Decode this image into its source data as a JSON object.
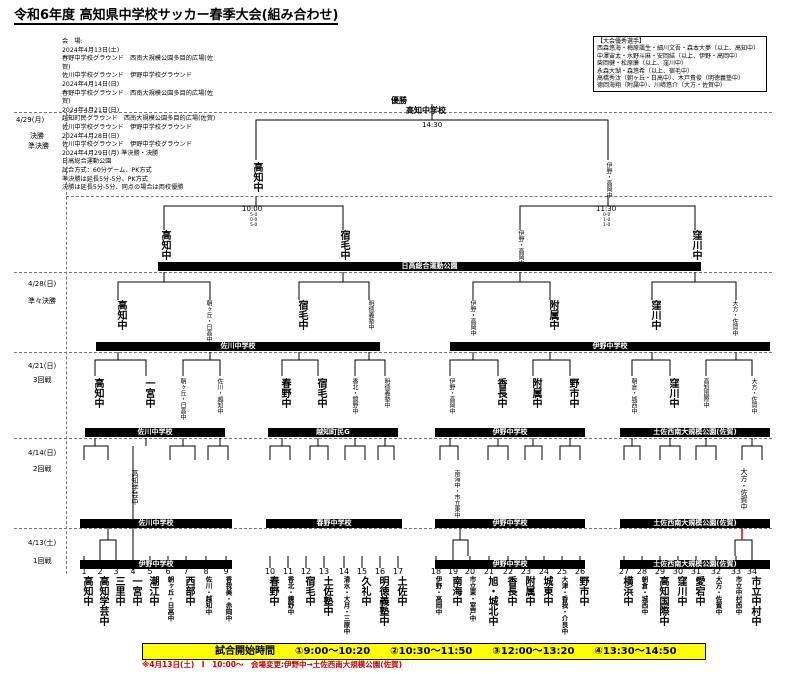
{
  "title": "令和6年度 高知県中学校サッカー春季大会(組み合わせ)",
  "venue_info": [
    "会　場:",
    "2024年4月13日(土)",
    "春野中学校グラウンド　西南大規模公園多目的広場(佐",
    "賀)",
    "佐川中学校グラウンド　伊野中学校グラウンド",
    "2024年4月14日(日)",
    "春野中学校グラウンド　西南大規模公園多目的広場(佐",
    "賀)",
    "2024年4月21日(日)",
    "越知町民グラウンド　西南大規模公園多目的広場(佐賀)",
    "佐川中学校グラウンド　伊野中学校グラウンド",
    "2024年4月28日(日)",
    "佐川中学校グラウンド　伊野中学校グラウンド",
    "2024年4月29日(月) 準決勝・決勝",
    "日高総合運動公園",
    "試合方式：60分ゲーム、PK方式",
    "準決勝は延長5分-5分、PK方式",
    "決勝は延長5分-5分、同点の場合は両校優勝"
  ],
  "selection_box": [
    "【大会優秀選手】",
    "西森悠海・梅原颯生・細川文吾・森本大夢（以上、高知中）",
    "中澤宙太・水野斗麻・安岡結（以上、伊野・高岡中）",
    "柴岡健・松原廉（以上、窪川中）",
    "永森大瑚・森悠希（以上、宿毛中）",
    "高橋秀汰（朝ヶ丘・日高中）、木戸貴俊（明徳義塾中）",
    "德岡海翔（附属中）、川﨑悠介（大方・佐賀中）"
  ],
  "round_labels": {
    "final_date": "4/29(月)",
    "final": "決勝",
    "semi": "準決勝",
    "qf_date": "4/28(日)",
    "qf": "準々決勝",
    "r3_date": "4/21(日)",
    "r3": "3回戦",
    "r2_date": "4/14(日)",
    "r2": "2回戦",
    "r1_date": "4/13(土)",
    "r1": "1回戦"
  },
  "champion_label": "優勝",
  "champion": "高知中学校",
  "final": {
    "time": "14:30",
    "left": "高知中",
    "right": "伊野・高岡中"
  },
  "semis": [
    {
      "time": "10:00",
      "score": "5-0\n0-0\n5-0",
      "left": "高知中",
      "right": "宿毛中"
    },
    {
      "time": "11:30",
      "score": "0-0\n1-0\n1-0",
      "left": "伊野・高岡中",
      "right": "窪川中"
    }
  ],
  "semi_venue": "日高総合運動公園",
  "qf_venues": [
    "佐川中学校",
    "伊野中学校"
  ],
  "r3_venues": [
    "佐川中学校",
    "越知町民G",
    "伊野中学校",
    "土佐西南大規模公園(佐賀)"
  ],
  "r2_venues": [
    "佐川中学校",
    "春野中学校",
    "伊野中学校",
    "土佐西南大規模公園(佐賀)"
  ],
  "r1_venues": [
    "伊野中学校",
    "伊野中学校",
    "土佐西南大規模公園(佐賀)"
  ],
  "qf_teams": [
    "高知中",
    "朝ヶ丘・日高中",
    "宿毛中",
    "明徳義塾中",
    "伊野・高岡中",
    "附属中",
    "窪川中",
    "大方・佐賀中"
  ],
  "r3_teams": [
    "高知中",
    "一宮中",
    "朝ヶ丘・日高中",
    "佐川・越知中",
    "春野中",
    "宿毛中",
    "香北・鏡野中",
    "明徳義塾中",
    "伊野・高岡中",
    "香長中",
    "附属中",
    "野市中",
    "朝倉・城西中",
    "窪川中",
    "高知国際中",
    "大方・佐賀中"
  ],
  "r2_labels": [
    "高知学芸中",
    "南海中・市立東中",
    "大方・佐賀中"
  ],
  "teams": [
    {
      "n": "1",
      "name": "高知中"
    },
    {
      "n": "2",
      "name": "高知学芸中"
    },
    {
      "n": "3",
      "name": "三里中"
    },
    {
      "n": "4",
      "name": "一宮中"
    },
    {
      "n": "5",
      "name": "潮江中"
    },
    {
      "n": "6",
      "name": "朝ヶ丘・日高中"
    },
    {
      "n": "7",
      "name": "西部中"
    },
    {
      "n": "8",
      "name": "佐川・越知中"
    },
    {
      "n": "9",
      "name": "香我美・赤岡中"
    },
    {
      "n": "10",
      "name": "春野中"
    },
    {
      "n": "11",
      "name": "香北・鏡野中"
    },
    {
      "n": "12",
      "name": "宿毛中"
    },
    {
      "n": "13",
      "name": "土佐塾中"
    },
    {
      "n": "14",
      "name": "清水・大月・三原中"
    },
    {
      "n": "15",
      "name": "久礼中"
    },
    {
      "n": "16",
      "name": "明徳義塾中"
    },
    {
      "n": "17",
      "name": "土佐中"
    },
    {
      "n": "18",
      "name": "伊野・高岡中"
    },
    {
      "n": "19",
      "name": "南海中"
    },
    {
      "n": "20",
      "name": "市立東・室戸中"
    },
    {
      "n": "21",
      "name": "旭・城北中"
    },
    {
      "n": "22",
      "name": "香長中"
    },
    {
      "n": "23",
      "name": "附属中"
    },
    {
      "n": "24",
      "name": "城東中"
    },
    {
      "n": "25",
      "name": "大津・香我・介良中"
    },
    {
      "n": "26",
      "name": "野市中"
    },
    {
      "n": "27",
      "name": "横浜中"
    },
    {
      "n": "28",
      "name": "朝倉・城西中"
    },
    {
      "n": "29",
      "name": "高知国際中"
    },
    {
      "n": "30",
      "name": "窪川中"
    },
    {
      "n": "31",
      "name": "愛宕中"
    },
    {
      "n": "32",
      "name": "大方・佐賀中"
    },
    {
      "n": "33",
      "name": "市立中村西中"
    },
    {
      "n": "34",
      "name": "市立中村中"
    }
  ],
  "time_box": "試合開始時間　　①9:00～10:20　　②10:30～11:50　　③12:00～13:20　　④13:30～14:50",
  "note": "※4月13日(土)　Ⅰ　10:00～　会場変更:伊野中→土佐西南大規模公園(佐賀)"
}
